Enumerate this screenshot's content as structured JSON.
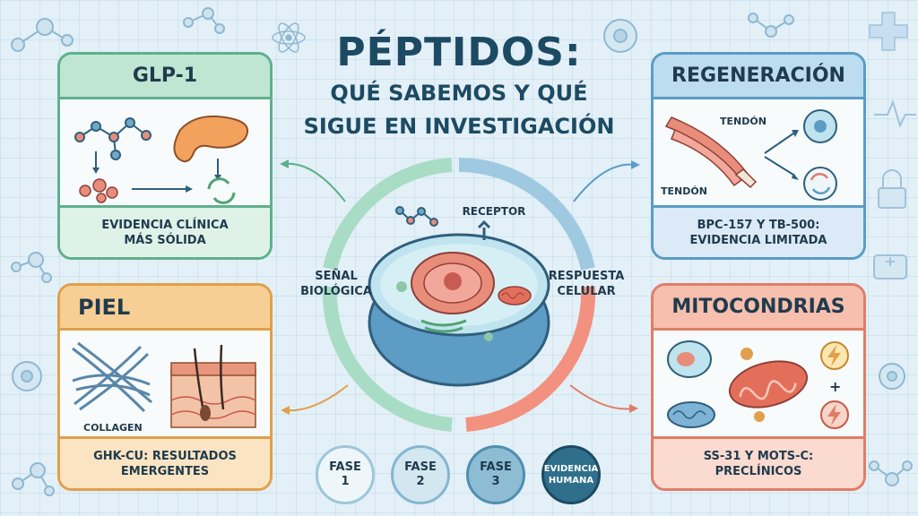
{
  "title": {
    "main": "PÉPTIDOS:",
    "line1": "QUÉ SABEMOS Y QUÉ",
    "line2": "SIGUE EN INVESTIGACIÓN"
  },
  "cards": {
    "glp1": {
      "heading": "GLP-1",
      "footer": "EVIDENCIA CLÍNICA\nMÁS SÓLIDA"
    },
    "regen": {
      "heading": "REGENERACIÓN",
      "footer": "BPC-157 Y TB-500:\nEVIDENCIA LIMITADA",
      "label_a": "TENDÓN",
      "label_b": "TENDÓN"
    },
    "piel": {
      "heading": "PIEL",
      "footer": "GHK-CU: RESULTADOS\nEMERGENTES",
      "label": "COLLAGEN"
    },
    "mito": {
      "heading": "MITOCONDRIAS",
      "footer": "SS-31 Y MOTS-C:\nPRECLÍNICOS"
    }
  },
  "center": {
    "receptor": "RECEPTOR",
    "signal": "SEÑAL\nBIOLÓGICA",
    "response": "RESPUESTA\nCELULAR"
  },
  "phases": [
    {
      "label": "FASE\n1"
    },
    {
      "label": "FASE\n2"
    },
    {
      "label": "FASE\n3"
    },
    {
      "label": "EVIDENCIA\nHUMANA"
    }
  ],
  "colors": {
    "glp1": "#5fb08c",
    "regen": "#5a9cc7",
    "piel": "#e0a04b",
    "mito": "#e07d68",
    "title": "#1d4a63"
  }
}
